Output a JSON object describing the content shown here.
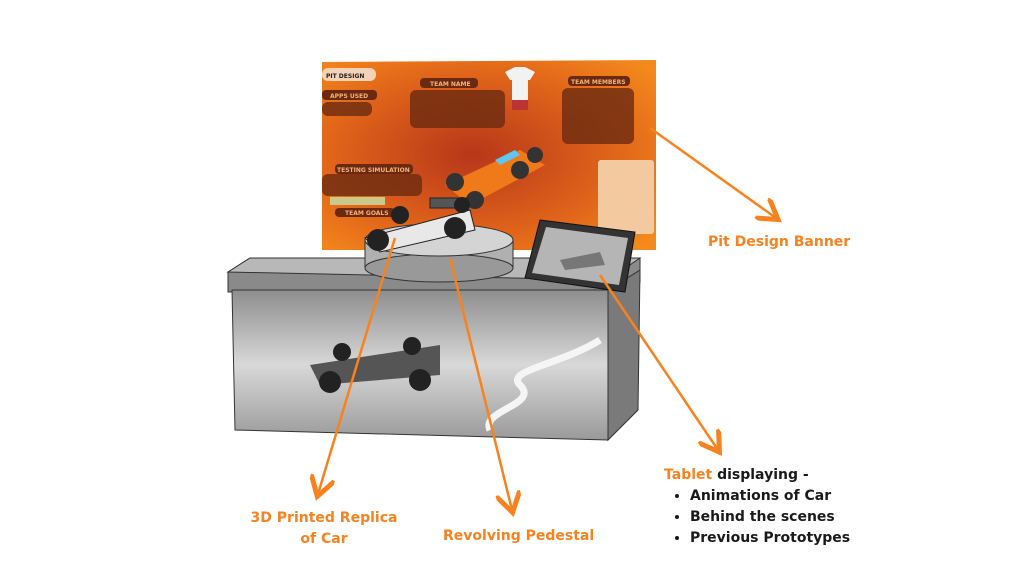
{
  "banner": {
    "logo": "PIT DESIGN",
    "sections": {
      "team_name": "TEAM NAME",
      "apps_used": "APPS USED",
      "team_members": "TEAM MEMBERS",
      "testing_simulation": "TESTING SIMULATION",
      "team_goals": "TEAM GOALS"
    }
  },
  "labels": {
    "banner": "Pit Design Banner",
    "replica_line1": "3D Printed Replica",
    "replica_line2": "of Car",
    "pedestal": "Revolving Pedestal",
    "tablet_highlight": "Tablet",
    "tablet_rest": " displaying -",
    "tablet_items": [
      "Animations of Car",
      "Behind the scenes",
      "Previous Prototypes"
    ]
  },
  "colors": {
    "accent": "#F7821E",
    "text": "#1a1a1a"
  }
}
